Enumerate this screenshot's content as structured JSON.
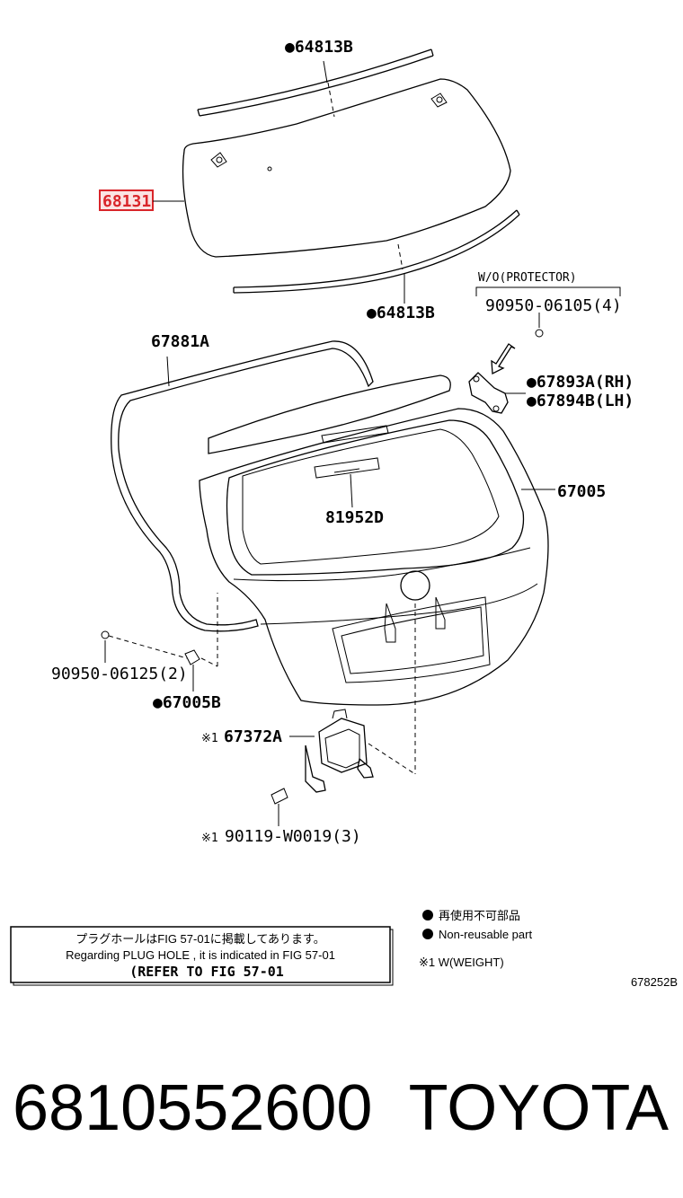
{
  "labels": {
    "moulding_top": "●64813B",
    "glass": "68131",
    "moulding_bottom": "●64813B",
    "protector_note": "W/O(PROTECTOR)",
    "clip_protector": "90950-06105(4)",
    "weatherstrip": "67881A",
    "hinge_rh": "●67893A(RH)",
    "hinge_lh": "●67894B(LH)",
    "door_panel": "67005",
    "stop_lamp": "81952D",
    "plug": "90950-06125(2)",
    "cushion": "●67005B",
    "weight_mark_1": "※1",
    "weight": "67372A",
    "weight_mark_2": "※1",
    "bolt": "90119-W0019(3)"
  },
  "note_box": {
    "line1": "プラグホールはFIG 57-01に掲載してあります。",
    "line2": "Regarding  PLUG  HOLE , it is indicated in  FIG  57-01",
    "line3": "(REFER TO FIG 57-01"
  },
  "legend": {
    "jp": "再使用不可部品",
    "en": "Non-reusable part",
    "weight_note": "※1  W(WEIGHT)"
  },
  "figure_code": "678252B",
  "footer": {
    "part_number": "6810552600",
    "brand": "TOYOTA"
  },
  "colors": {
    "highlight": "#d9252a",
    "highlight_fill": "#fbe3e3"
  }
}
